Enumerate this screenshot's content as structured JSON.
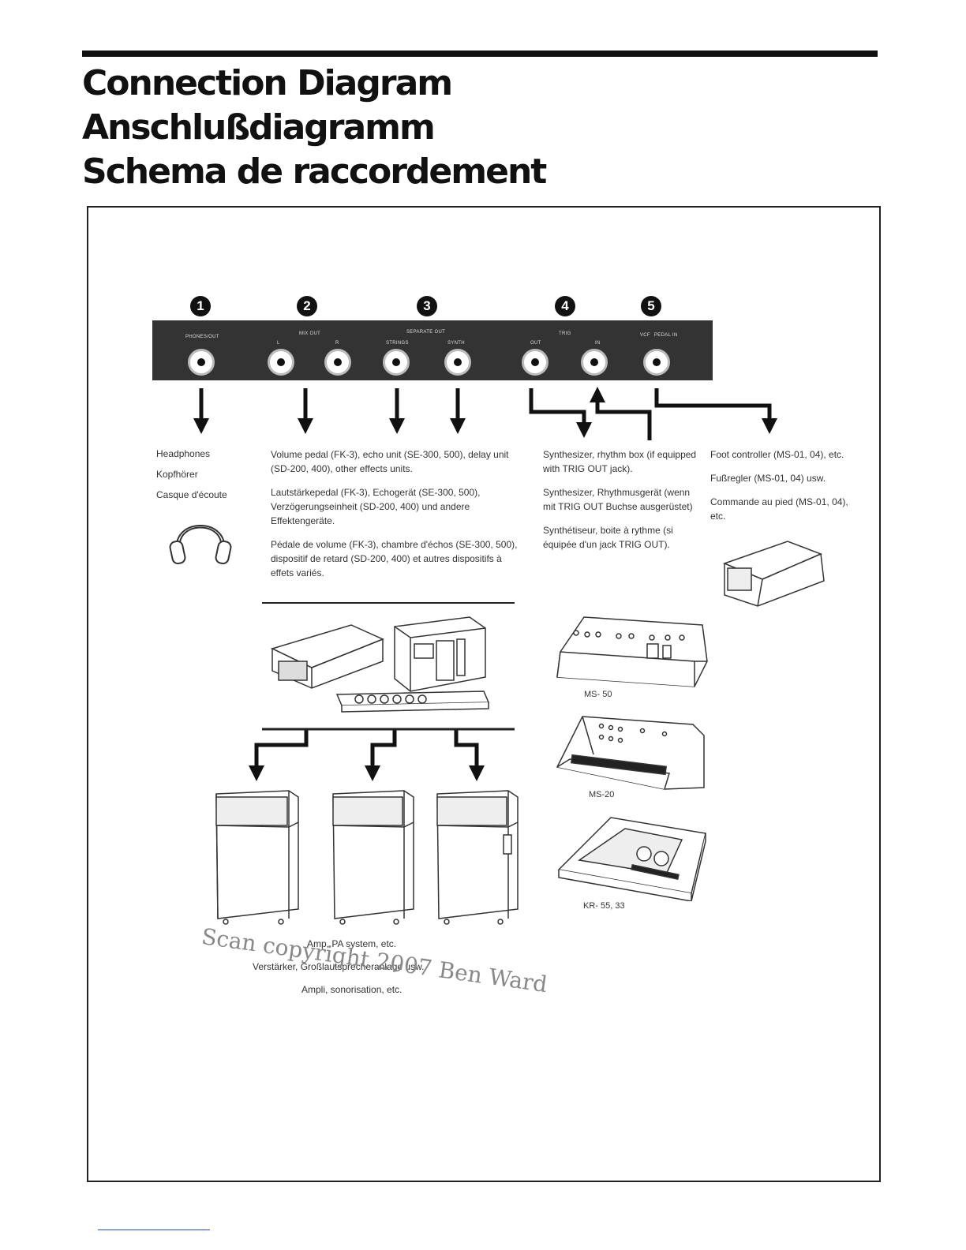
{
  "titles": {
    "en": "Connection Diagram",
    "de": "Anschlußdiagramm",
    "fr": "Schema de raccordement"
  },
  "numbers": [
    "1",
    "2",
    "3",
    "4",
    "5"
  ],
  "panel": {
    "phones": "PHONES/OUT",
    "mix_out": "MIX OUT",
    "left": "L",
    "right": "R",
    "separate_out": "SEPARATE OUT",
    "strings": "STRINGS",
    "synth": "SYNTH",
    "trig": "TRIG",
    "trig_out": "OUT",
    "trig_in": "IN",
    "vcf": "VCF",
    "pedal_in": "PEDAL IN"
  },
  "headphones": {
    "en": "Headphones",
    "de": "Kopfhörer",
    "fr": "Casque d'écoute"
  },
  "effects": {
    "en": "Volume pedal (FK-3), echo unit (SE-300, 500), delay unit (SD-200, 400),   other effects units.",
    "de": "Lautstärkepedal (FK-3), Echogerät (SE-300, 500), Verzögerungseinheit (SD-200, 400) und andere Effektengeräte.",
    "fr": "Pédale de volume (FK-3), chambre d'échos (SE-300, 500), dispositif de retard (SD-200, 400)  et autres dispositifs à effets variés."
  },
  "synth": {
    "en": "Synthesizer, rhythm box (if equipped with TRIG OUT jack).",
    "de": "Synthesizer, Rhythmusgerät (wenn mit TRIG OUT Buchse ausgerüstet)",
    "fr": "Synthétiseur, boite à rythme (si équipée d'un jack TRIG OUT)."
  },
  "foot": {
    "en": "Foot controller (MS-01, 04), etc.",
    "de": "Fußregler (MS-01, 04) usw.",
    "fr": "Commande au pied (MS-01, 04), etc."
  },
  "models": [
    "MS- 50",
    "MS-20",
    "KR- 55, 33"
  ],
  "amp": {
    "en": "Amp, PA system, etc.",
    "de": "Verstärker, Großlautsprecheranlage usw.",
    "fr": "Ampli, sonorisation, etc."
  },
  "watermark": "Scan copyright 2007 Ben Ward"
}
